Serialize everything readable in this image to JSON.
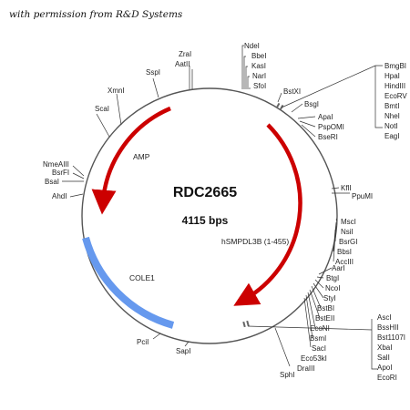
{
  "credit": "with permission from R&D Systems",
  "plasmid": {
    "name": "RDC2665",
    "size": "4115 bps"
  },
  "features": [
    {
      "label": "AMP",
      "color": "#cc0000"
    },
    {
      "label": "hSMPDL3B (1-455)",
      "color": "#cc0000"
    },
    {
      "label": "COLE1",
      "color": "#6699ee"
    }
  ],
  "sites": {
    "ndei": "NdeI",
    "bbei": "BbeI",
    "kasi": "KasI",
    "nari": "NarI",
    "sfoi": "SfoI",
    "zrai": "ZraI",
    "aatii": "AatII",
    "sspi": "SspI",
    "xmni": "XmnI",
    "scai": "ScaI",
    "nmeaiii": "NmeAIII",
    "bsrfi": "BsrFI",
    "bsai": "BsaI",
    "ahdi": "AhdI",
    "bstxi": "BstXI",
    "bsgi": "BsgI",
    "apai": "ApaI",
    "pspomi": "PspOMI",
    "bseri": "BseRI",
    "bmgbi": "BmgBI",
    "hpai": "HpaI",
    "hindiii": "HindIII",
    "ecorv": "EcoRV",
    "bmti": "BmtI",
    "nhei": "NheI",
    "noti": "NotI",
    "eagi": "EagI",
    "kfli": "KflI",
    "ppumi": "PpuMI",
    "mscl": "MscI",
    "nsil": "NsiI",
    "bsrgi": "BsrGI",
    "bbsi": "BbsI",
    "acciii": "AccIII",
    "aari": "AarI",
    "btgi": "BtgI",
    "ncoi": "NcoI",
    "styi": "StyI",
    "bstbi": "BstBI",
    "bsteii": "BstEII",
    "econi": "EcoNI",
    "bsmi": "BsmI",
    "saci": "SacI",
    "eco53ki": "Eco53kI",
    "draiii": "DraIII",
    "sphi": "SphI",
    "asci": "AscI",
    "bsshii": "BssHII",
    "bst1107i": "Bst1107I",
    "xbai": "XbaI",
    "sali": "SalI",
    "apoi": "ApoI",
    "ecori": "EcoRI",
    "pcii": "PciI",
    "sapi": "SapI"
  }
}
